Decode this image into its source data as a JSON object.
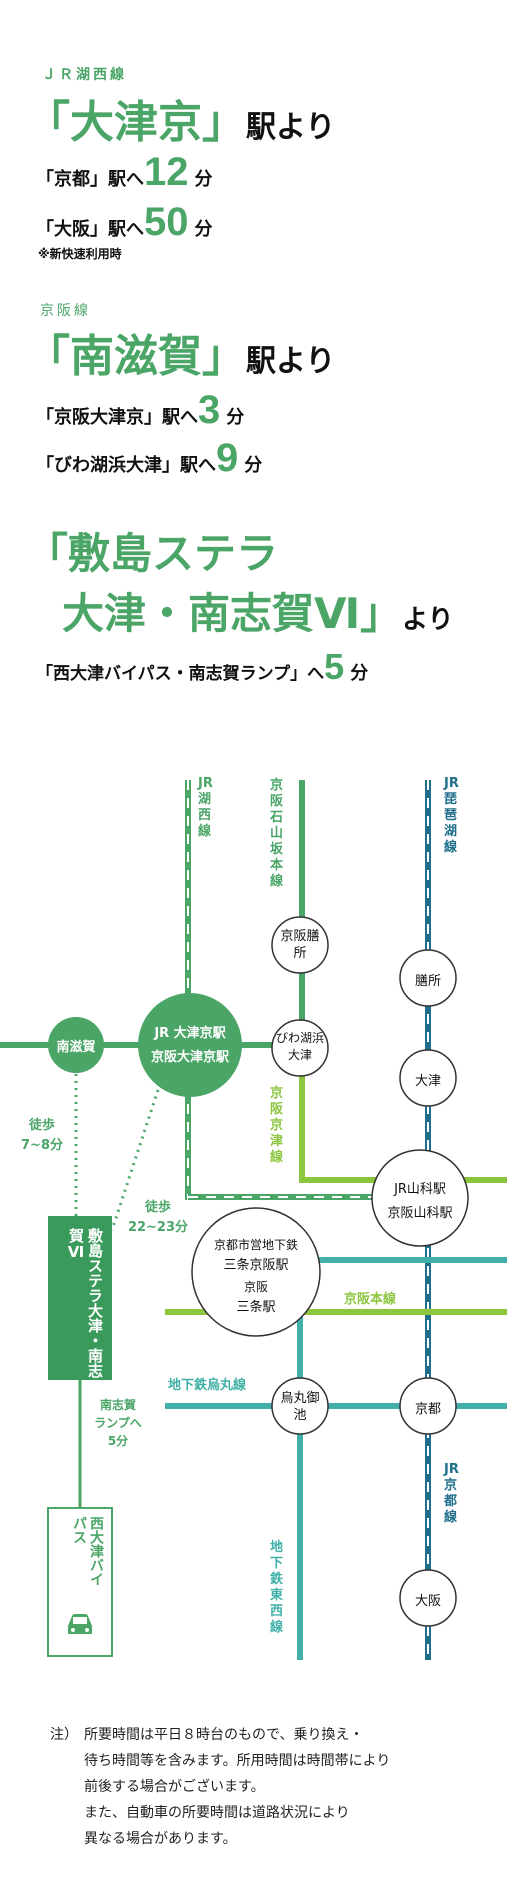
{
  "header": {
    "s1": {
      "line": "ＪＲ湖西線",
      "station": "「大津京」",
      "suffix": "駅より",
      "routes": [
        {
          "name": "「京都」駅へ",
          "value": "12",
          "unit": "分"
        },
        {
          "name": "「大阪」駅へ",
          "value": "50",
          "unit": "分"
        }
      ],
      "note": "※新快速利用時"
    },
    "s2": {
      "line": "京阪線",
      "station": "「南滋賀」",
      "suffix": "駅より",
      "routes": [
        {
          "name": "「京阪大津京」駅へ",
          "value": "3",
          "unit": "分"
        },
        {
          "name": "「びわ湖浜大津」駅へ",
          "value": "9",
          "unit": "分"
        }
      ]
    },
    "s3": {
      "title_line1": "「敷島ステラ",
      "title_line2": "大津・南志賀Ⅵ」",
      "suffix": "より",
      "route": {
        "name": "「西大津バイパス・南志賀ランプ」へ",
        "value": "5",
        "unit": "分"
      }
    }
  },
  "map": {
    "colors": {
      "keihan_green": "#4aa567",
      "lime": "#8cc63f",
      "teal": "#41b0a8",
      "jr_blue": "#1f6f8b",
      "dark_green": "#3a9a5b"
    },
    "labels": {
      "jr_kosei": "JR湖西線",
      "keihan_ishiyama": "京阪石山坂本線",
      "jr_biwako": "JR琵琶湖線",
      "keihan_keishin": "京阪京津線",
      "keihan_honsen": "京阪本線",
      "karasuma": "地下鉄烏丸線",
      "tozai": "地下鉄東西線",
      "jr_kyoto": "JR京都線"
    },
    "stations": {
      "minamishiga": "南滋賀",
      "otsukyo_line1": "JR 大津京駅",
      "otsukyo_line2": "京阪大津京駅",
      "zeze_keihan": "京阪膳所",
      "biwako_hamaotsu": "びわ湖浜大津",
      "zeze": "膳所",
      "otsu": "大津",
      "yamashina_line1": "JR山科駅",
      "yamashina_line2": "京阪山科駅",
      "sanjo_line1": "京都市営地下鉄",
      "sanjo_line2": "三条京阪駅",
      "sanjo_line3": "京阪",
      "sanjo_line4": "三条駅",
      "karasuma_oike": "烏丸御池",
      "kyoto": "京都",
      "osaka": "大阪"
    },
    "property": "敷島ステラ大津・南志賀Ⅵ",
    "bypass": "西大津バイパス",
    "walk1": {
      "label": "徒歩",
      "time": "7~8分"
    },
    "walk2": {
      "label": "徒歩",
      "time": "22~23分"
    },
    "ramp": {
      "line1": "南志賀",
      "line2": "ランプへ",
      "line3": "5分"
    },
    "car_icon": "car-icon"
  },
  "footnote": {
    "prefix": "注）",
    "lines": [
      "所要時間は平日８時台のもので、乗り換え・",
      "待ち時間等を含みます。所用時間は時間帯により",
      "前後する場合がございます。",
      "また、自動車の所要時間は道路状況により",
      "異なる場合があります。"
    ]
  }
}
